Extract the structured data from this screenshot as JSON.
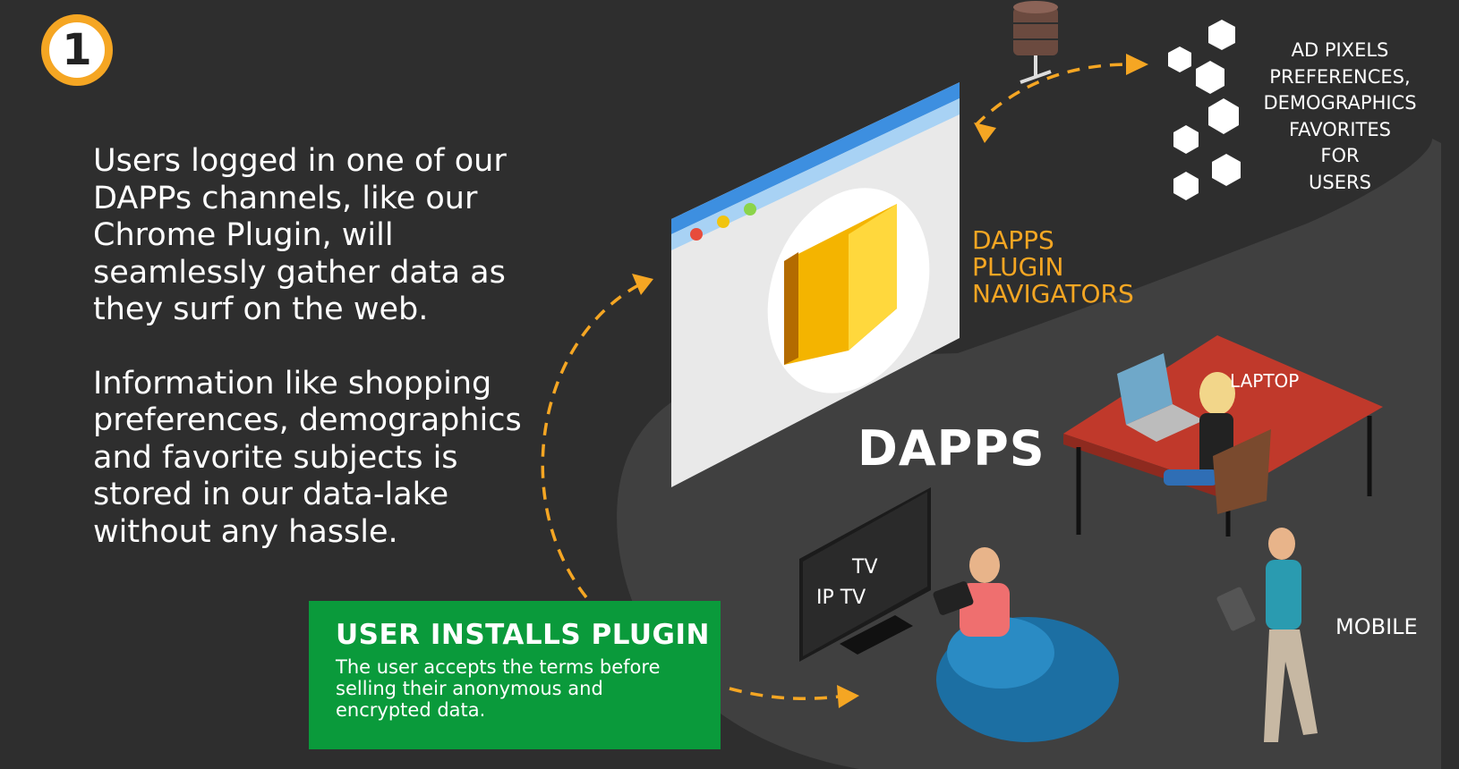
{
  "step": {
    "number": "1"
  },
  "intro": {
    "paragraph1": "Users logged in one of our DAPPs channels, like our Chrome Plugin, will seamlessly gather data as they surf on the web.",
    "paragraph2": "Information like shopping preferences, demographics and favorite subjects is stored in our data-lake without any hassle."
  },
  "datalake": {
    "lines": [
      "AD PIXELS",
      "PREFERENCES,",
      "DEMOGRAPHICS",
      "FAVORITES",
      "FOR",
      "USERS"
    ]
  },
  "plugin": {
    "lines": [
      "DAPPS",
      "PLUGIN",
      "NAVIGATORS"
    ]
  },
  "dapps_label": "DAPPS",
  "devices": {
    "laptop": "LAPTOP",
    "tv": "TV",
    "iptv": "IP TV",
    "mobile": "MOBILE"
  },
  "install_box": {
    "title": "USER INSTALLS PLUGIN",
    "description": "The user accepts the terms before selling their anonymous and encrypted data."
  },
  "colors": {
    "background": "#2e2e2e",
    "panel": "#404040",
    "accent_orange": "#f5a623",
    "install_green": "#0a9a3b",
    "desk_red": "#c0392b"
  }
}
